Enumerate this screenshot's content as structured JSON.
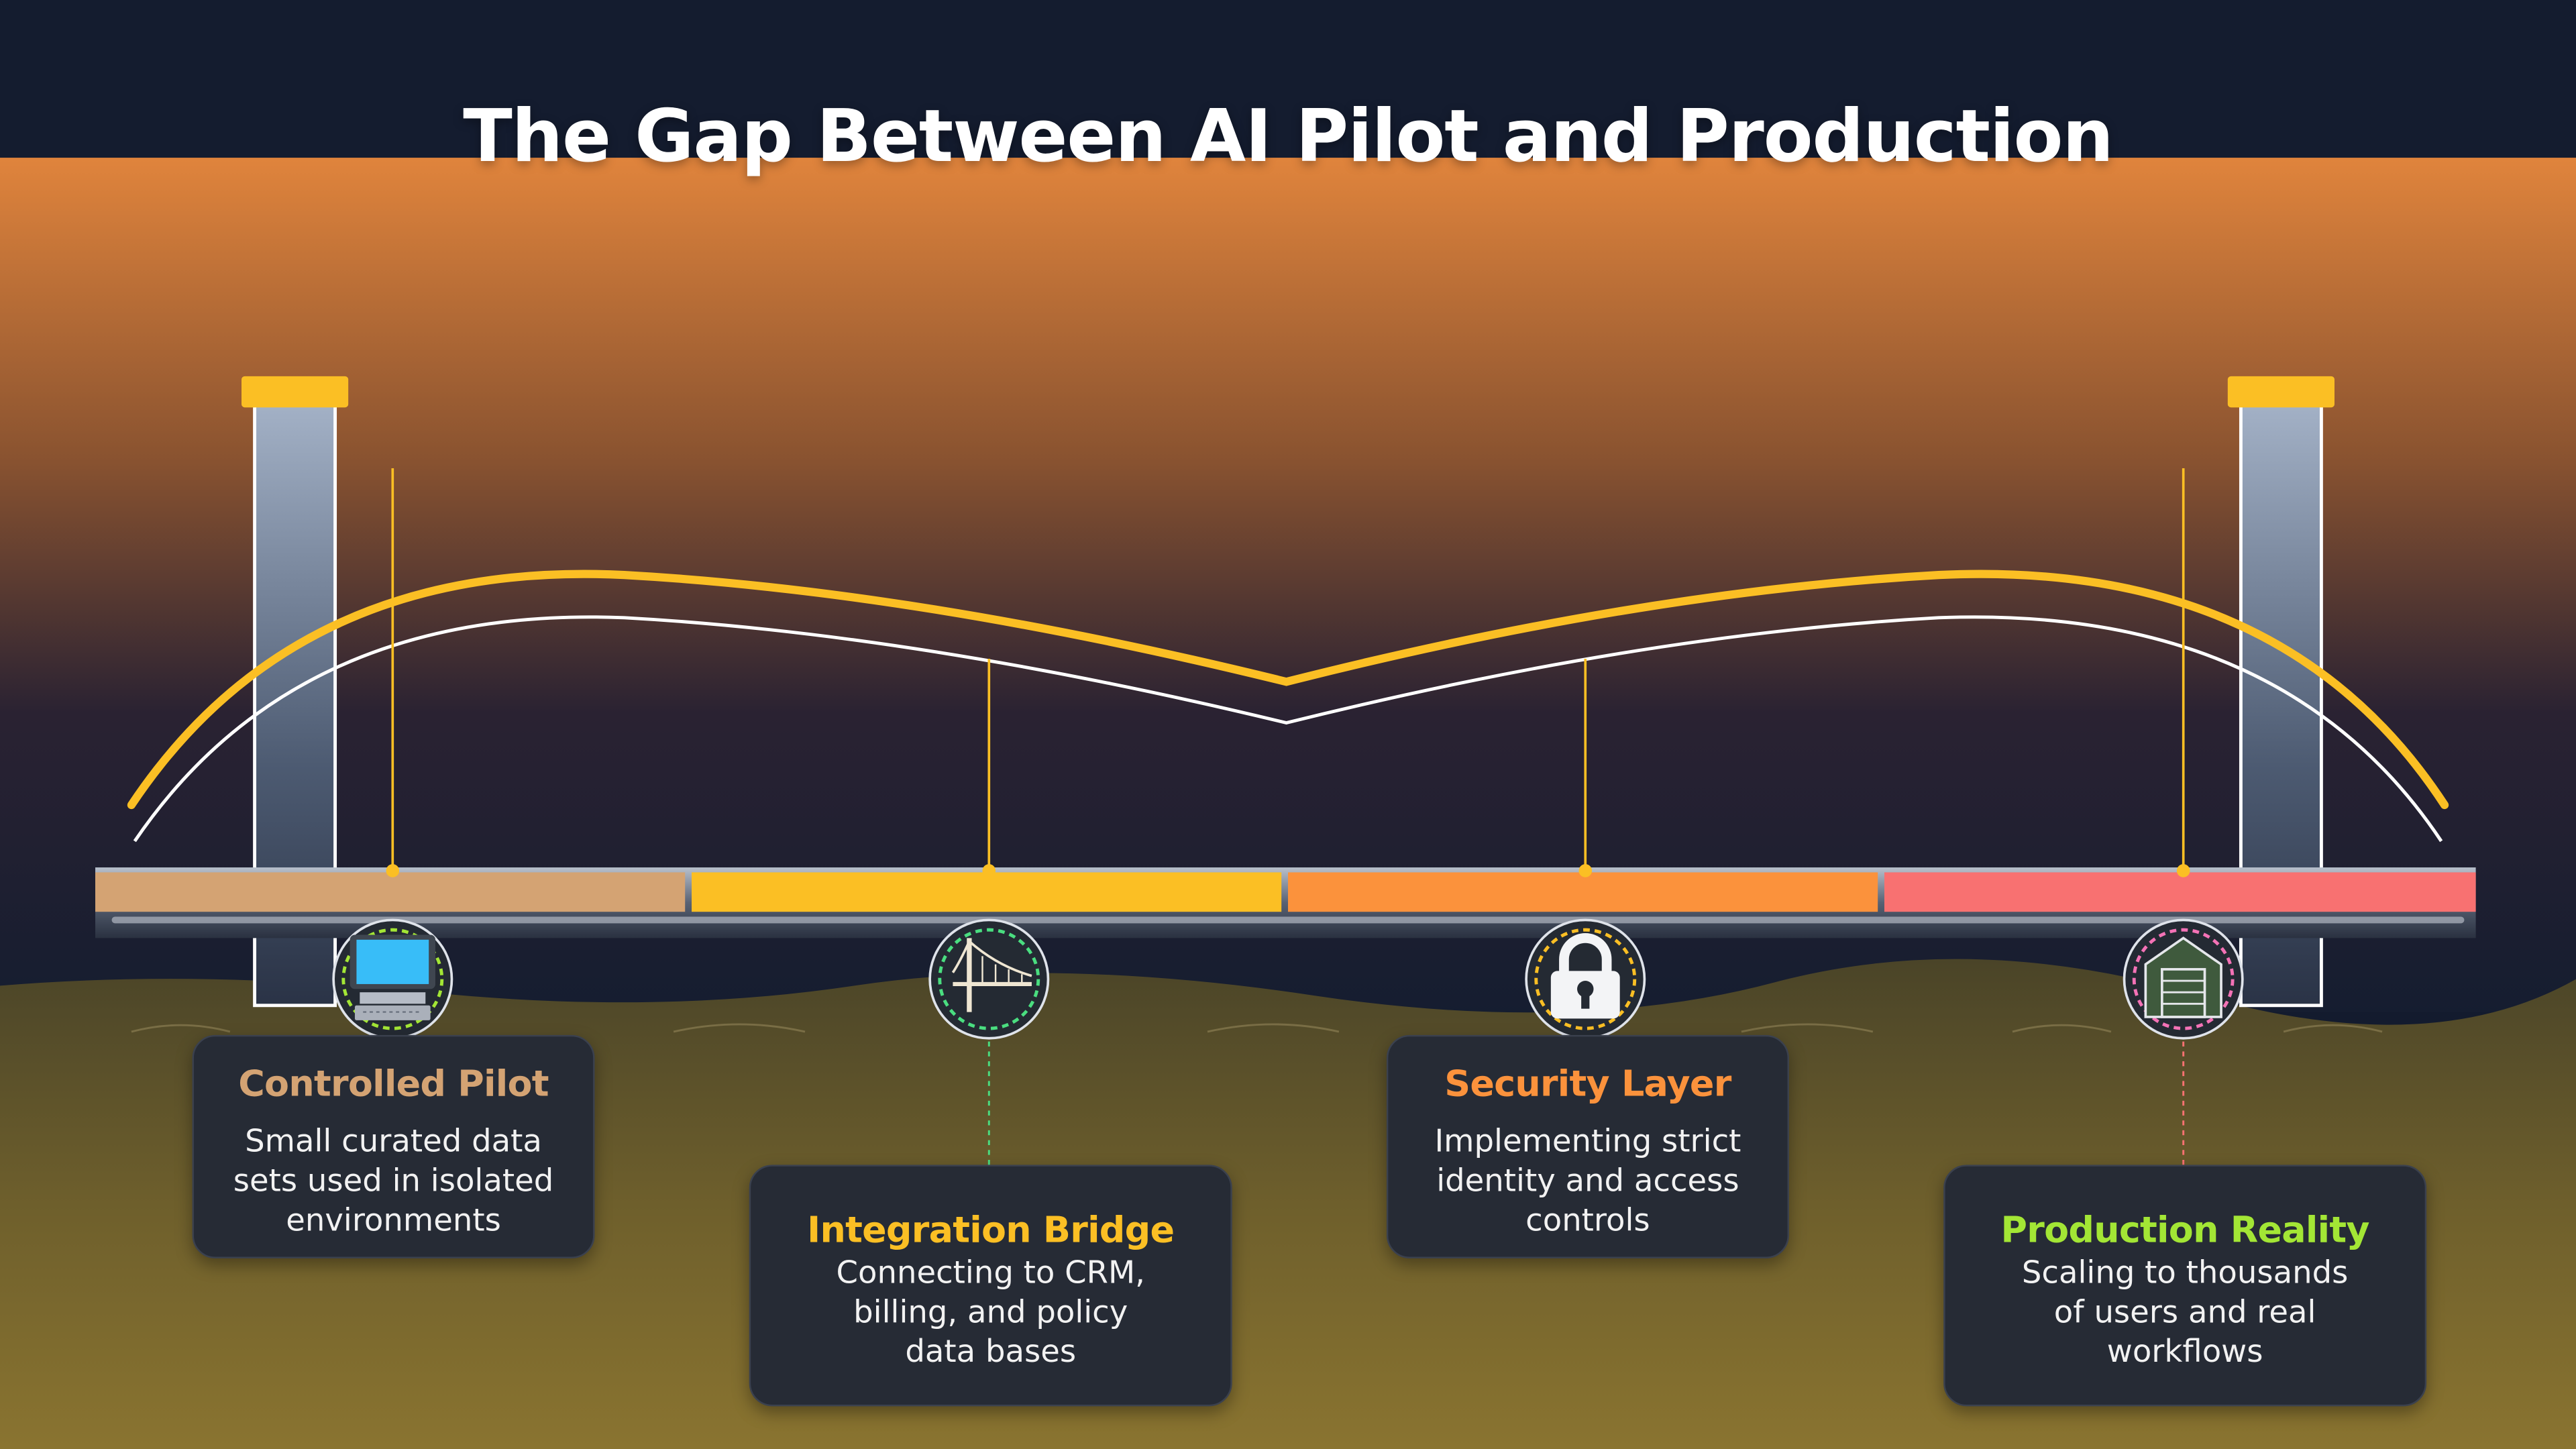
{
  "title": "The Gap Between AI Pilot and Production",
  "stages": [
    {
      "title": "Controlled Pilot",
      "description_lines": [
        "Small curated data",
        "sets used in isolated",
        "environments"
      ],
      "icon": "computer-icon",
      "color": "#d4a373"
    },
    {
      "title": "Integration Bridge",
      "description_lines": [
        "Connecting to CRM,",
        "billing, and policy",
        "data bases"
      ],
      "icon": "bridge-icon",
      "color": "#fbbf24"
    },
    {
      "title": "Security Layer",
      "description_lines": [
        "Implementing strict",
        "identity and access",
        "controls"
      ],
      "icon": "padlock-icon",
      "color": "#fb923c"
    },
    {
      "title": "Production Reality",
      "description_lines": [
        "Scaling to thousands",
        "of users and real",
        "workflows"
      ],
      "icon": "warehouse-icon",
      "color": "#a3e635"
    }
  ],
  "colors": {
    "sky_top": "#e0843c",
    "sky_bottom": "#151d30",
    "ground": "#7b6a2e",
    "cable": "#fbbf24",
    "card_background": "#262b35",
    "deck_segments": [
      "#d4a373",
      "#fbbf24",
      "#fb923c",
      "#f87171"
    ]
  }
}
